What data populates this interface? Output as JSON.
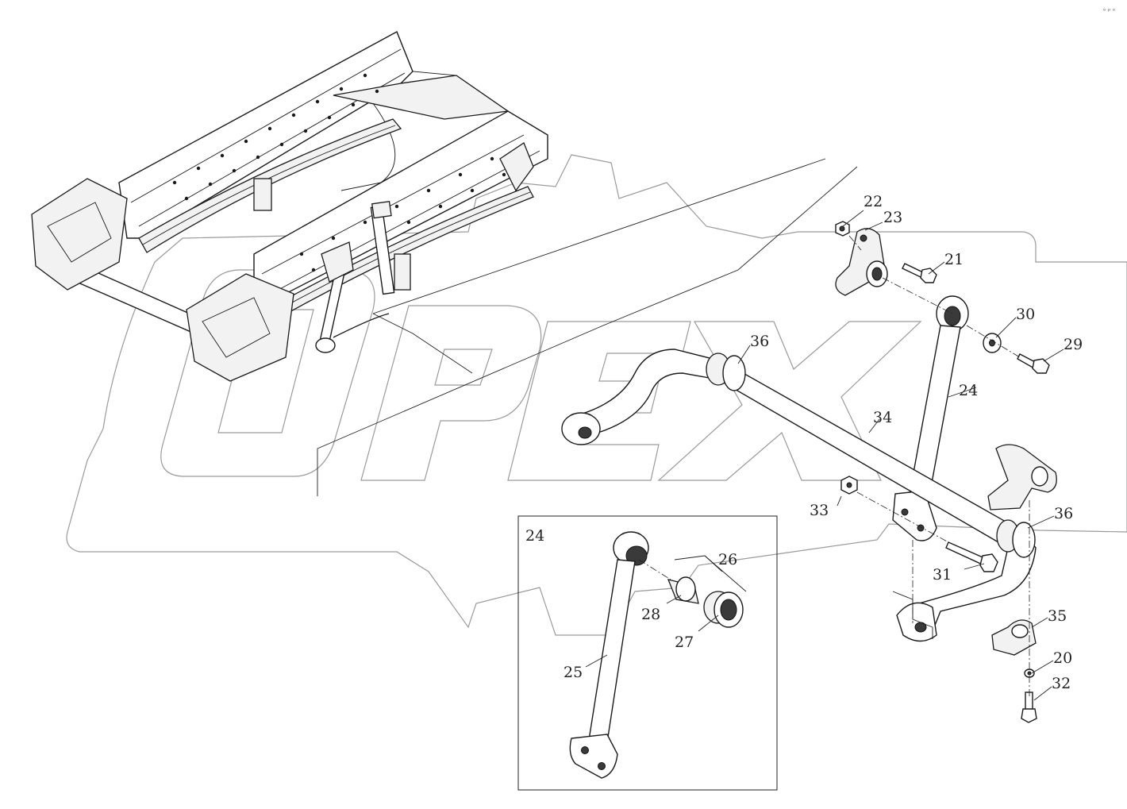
{
  "corner_mark": "ᵒ ᵖ ᵒ",
  "watermark": "OPEX",
  "callouts": {
    "n20": "20",
    "n21": "21",
    "n22": "22",
    "n23": "23",
    "n24": "24",
    "n24_detail": "24",
    "n25": "25",
    "n26": "26",
    "n27": "27",
    "n28": "28",
    "n29": "29",
    "n30": "30",
    "n31": "31",
    "n32": "32",
    "n33": "33",
    "n34": "34",
    "n35": "35",
    "n36_left": "36",
    "n36_right": "36"
  }
}
